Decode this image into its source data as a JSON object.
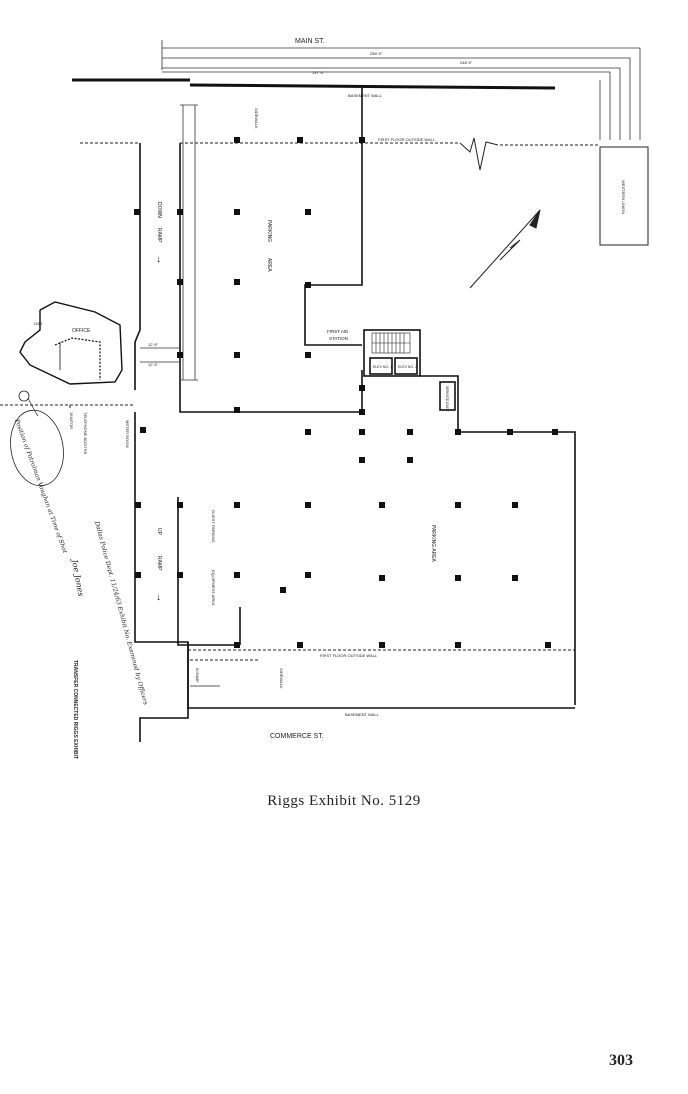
{
  "streets": {
    "top": "MAIN        ST.",
    "bottom": "COMMERCE        ST."
  },
  "dimensions": {
    "d1": "258' 6\"",
    "d2": "248' 6\"",
    "d3": "137' 6\"",
    "d4": "12' 6\"",
    "d5": "12' 6\""
  },
  "labels": {
    "basement_wall_top": "BASEMENT WALL",
    "basement_wall_bottom": "BASEMENT WALL",
    "first_floor_wall_top": "FIRST FLOOR OUTSIDE WALL",
    "first_floor_wall_bottom": "FIRST FLOOR OUTSIDE WALL",
    "western_union": "WESTERN UNION",
    "sidewalk_top": "SIDEWALK",
    "sidewalk_bottom": "SIDEWALK",
    "down_ramp": "DOWN",
    "ramp_1": "RAMP",
    "up_ramp": "UP",
    "ramp_2": "RAMP",
    "parking_area_1": "PARKING",
    "area_1": "AREA",
    "parking_area_2": "PARKING AREA",
    "first_aid": "FIRST AID",
    "station": "STATION",
    "elev_1": "ELEV NO. 1",
    "elev_2": "ELEV NO. 2",
    "service_elev": "SERVICE ELEV.",
    "office": "OFFICE",
    "gas_lbl": "GAS",
    "telephone_booths": "TELEPHONE BOOTHS",
    "janitor": "JANITOR",
    "meter_room": "METER ROOM",
    "guest_parking": "GUEST PARKING",
    "equipment_area": "EQUIPMENT AREA",
    "in_ramp": "IN RAMP",
    "transfer": "TRANSFER"
  },
  "annotations": {
    "circled_note": "Position of Patrolman Vaughan at Time of Shot",
    "side_note": "Dallas Police Dept. 11/24/63 Exhibit No. Examined by Officers",
    "signature": "Joe Jones",
    "stamp": "TRANSFER CONNECTED RIGGS EXHIBIT"
  },
  "caption": "Riggs Exhibit No. 5129",
  "page_number": "303",
  "colors": {
    "ink": "#1a1a1a",
    "paper": "#ffffff"
  }
}
